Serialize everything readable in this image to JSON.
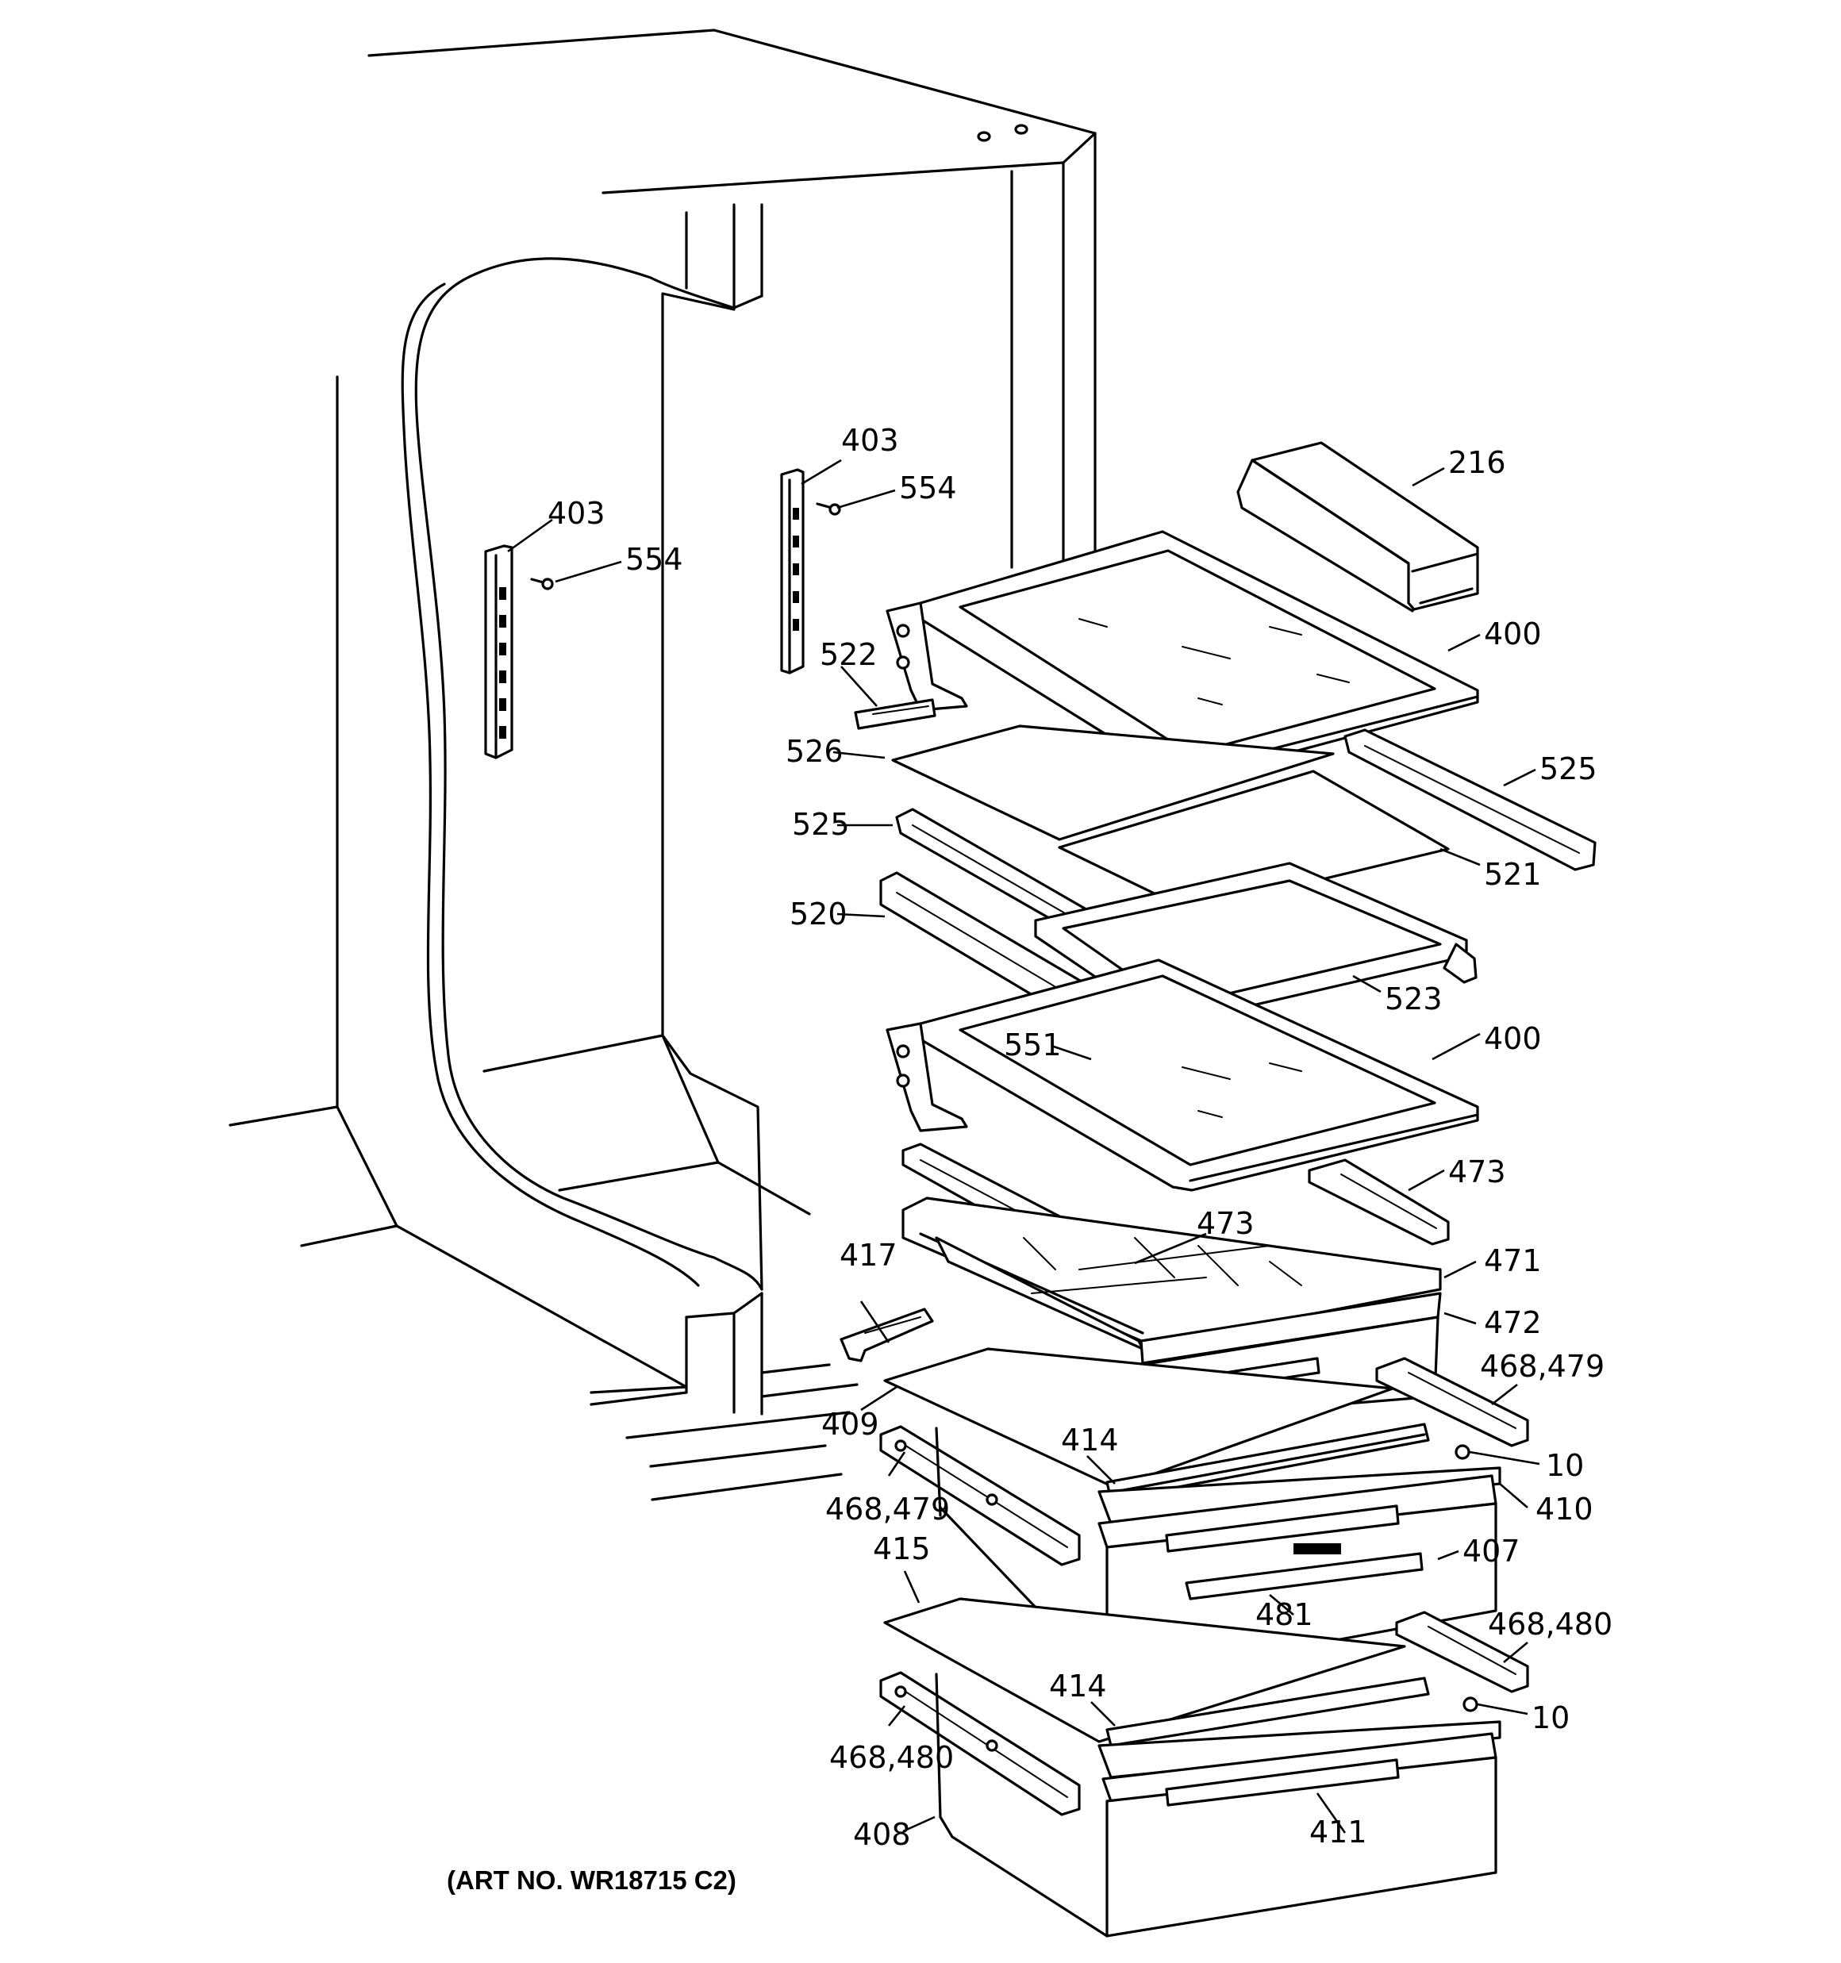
{
  "art_number": "(ART NO. WR18715 C2)",
  "parts": [
    {
      "id": "216",
      "text": "216"
    },
    {
      "id": "403a",
      "text": "403"
    },
    {
      "id": "554a",
      "text": "554"
    },
    {
      "id": "403b",
      "text": "403"
    },
    {
      "id": "554b",
      "text": "554"
    },
    {
      "id": "400a",
      "text": "400"
    },
    {
      "id": "522",
      "text": "522"
    },
    {
      "id": "526",
      "text": "526"
    },
    {
      "id": "525a",
      "text": "525"
    },
    {
      "id": "525b",
      "text": "525"
    },
    {
      "id": "521",
      "text": "521"
    },
    {
      "id": "520",
      "text": "520"
    },
    {
      "id": "523",
      "text": "523"
    },
    {
      "id": "551",
      "text": "551"
    },
    {
      "id": "400b",
      "text": "400"
    },
    {
      "id": "473a",
      "text": "473"
    },
    {
      "id": "473b",
      "text": "473"
    },
    {
      "id": "417",
      "text": "417"
    },
    {
      "id": "471",
      "text": "471"
    },
    {
      "id": "472",
      "text": "472"
    },
    {
      "id": "468_479a",
      "text": "468,479"
    },
    {
      "id": "409",
      "text": "409"
    },
    {
      "id": "414a",
      "text": "414"
    },
    {
      "id": "10a",
      "text": "10"
    },
    {
      "id": "468_479b",
      "text": "468,479"
    },
    {
      "id": "410",
      "text": "410"
    },
    {
      "id": "407",
      "text": "407"
    },
    {
      "id": "415",
      "text": "415"
    },
    {
      "id": "481",
      "text": "481"
    },
    {
      "id": "468_480a",
      "text": "468,480"
    },
    {
      "id": "414b",
      "text": "414"
    },
    {
      "id": "10b",
      "text": "10"
    },
    {
      "id": "468_480b",
      "text": "468,480"
    },
    {
      "id": "408",
      "text": "408"
    },
    {
      "id": "411",
      "text": "411"
    }
  ]
}
